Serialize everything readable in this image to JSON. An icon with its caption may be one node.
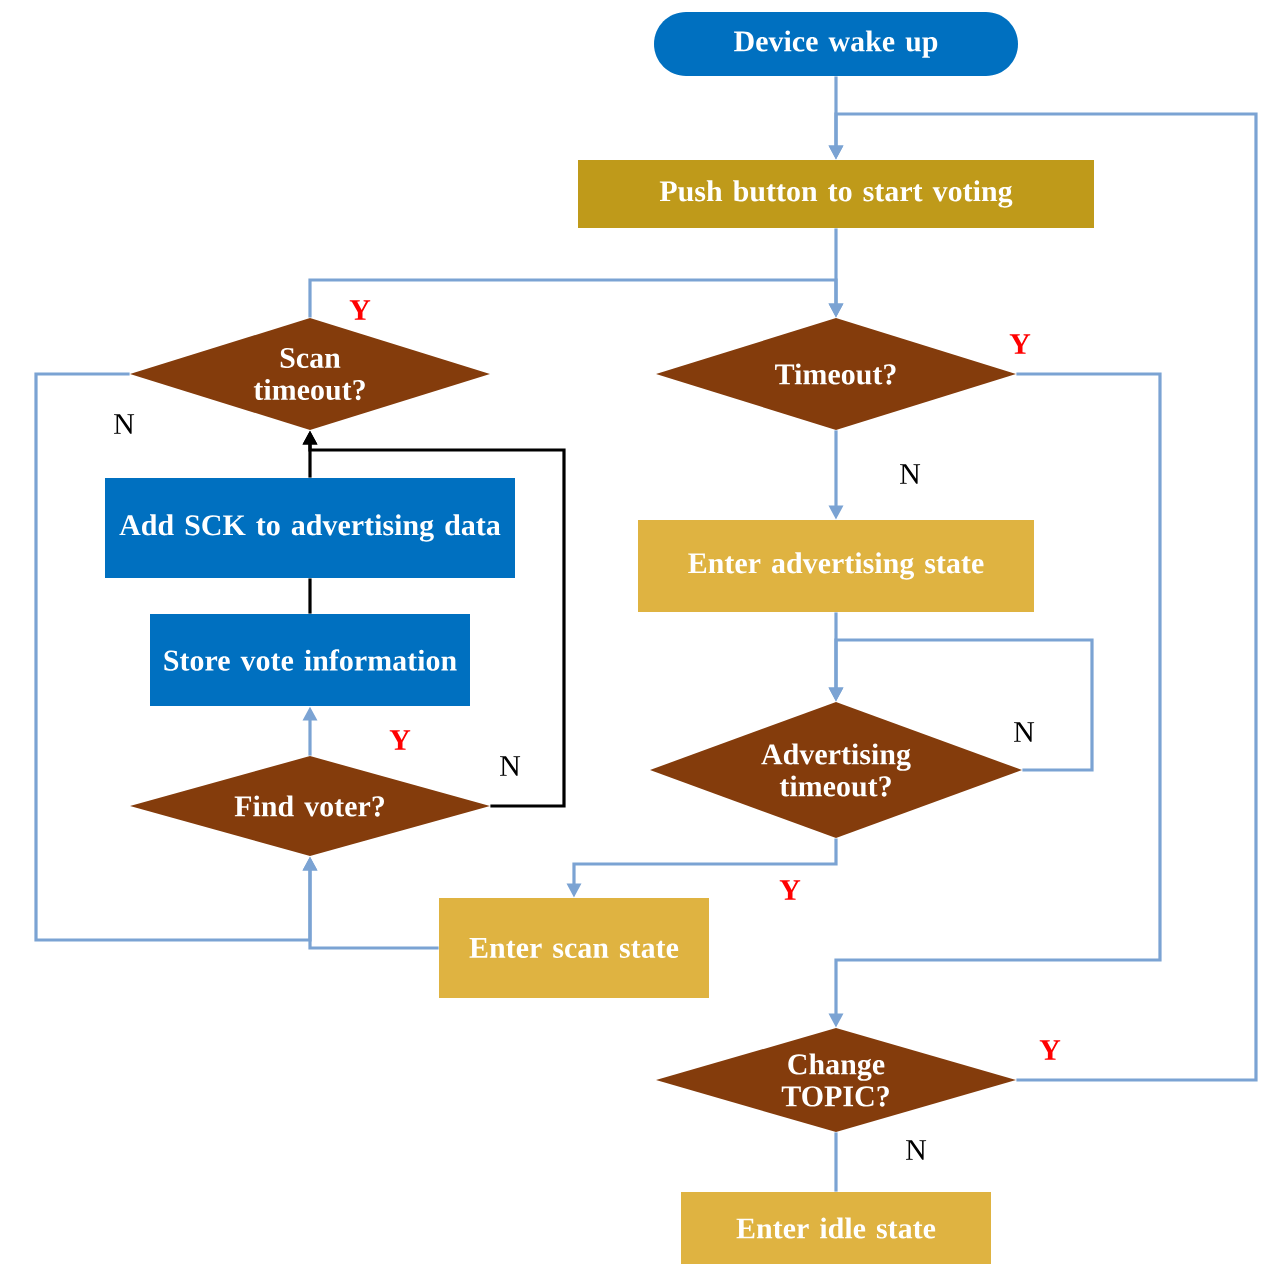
{
  "diagram": {
    "nodes": [
      {
        "text": [
          "Device wake up"
        ]
      },
      {
        "text": [
          "Push button to start voting"
        ]
      },
      {
        "text": [
          "Timeout?"
        ]
      },
      {
        "text": [
          "Enter advertising state"
        ]
      },
      {
        "text": [
          "Advertising timeout?"
        ]
      },
      {
        "text": [
          "Enter scan state"
        ]
      },
      {
        "text": [
          "Scan timeout?"
        ]
      },
      {
        "text": [
          "Add SCK to advertising data"
        ]
      },
      {
        "text": [
          "Store vote information"
        ]
      },
      {
        "text": [
          "Find voter?"
        ]
      },
      {
        "text": [
          "Change TOPIC?"
        ]
      },
      {
        "text": [
          "Enter idle state"
        ]
      }
    ],
    "edges": [
      {
        "from": 0,
        "to": 1,
        "arrow": "to"
      },
      {
        "from": 1,
        "to": 2,
        "arrow": "to"
      },
      {
        "from": 2,
        "to": 3,
        "arrow": "to",
        "label": "N"
      },
      {
        "from": 2,
        "to": 10,
        "arrow": "to",
        "label": "Y"
      },
      {
        "from": 3,
        "to": 4,
        "arrow": "to"
      },
      {
        "from": 4,
        "to": 4,
        "arrow": "to",
        "label": "N"
      },
      {
        "from": 4,
        "to": 5,
        "arrow": "to",
        "label": "Y"
      },
      {
        "from": 5,
        "to": 9,
        "arrow": "to"
      },
      {
        "from": 6,
        "to": 9,
        "arrow": "to",
        "label": "N"
      },
      {
        "from": 9,
        "to": 8,
        "arrow": "to",
        "label": "Y"
      },
      {
        "from": 8,
        "to": 7,
        "arrow": "none",
        "color": "#000000"
      },
      {
        "from": 7,
        "to": 6,
        "arrow": "to",
        "color": "#000000"
      },
      {
        "from": 9,
        "to": 6,
        "arrow": "to",
        "label": "N",
        "color": "#000000"
      },
      {
        "from": 6,
        "to": 2,
        "arrow": "to",
        "label": "Y"
      },
      {
        "from": 10,
        "to": 1,
        "arrow": "to",
        "label": "Y"
      },
      {
        "from": 10,
        "to": 11,
        "arrow": "none",
        "label": "N"
      }
    ]
  }
}
